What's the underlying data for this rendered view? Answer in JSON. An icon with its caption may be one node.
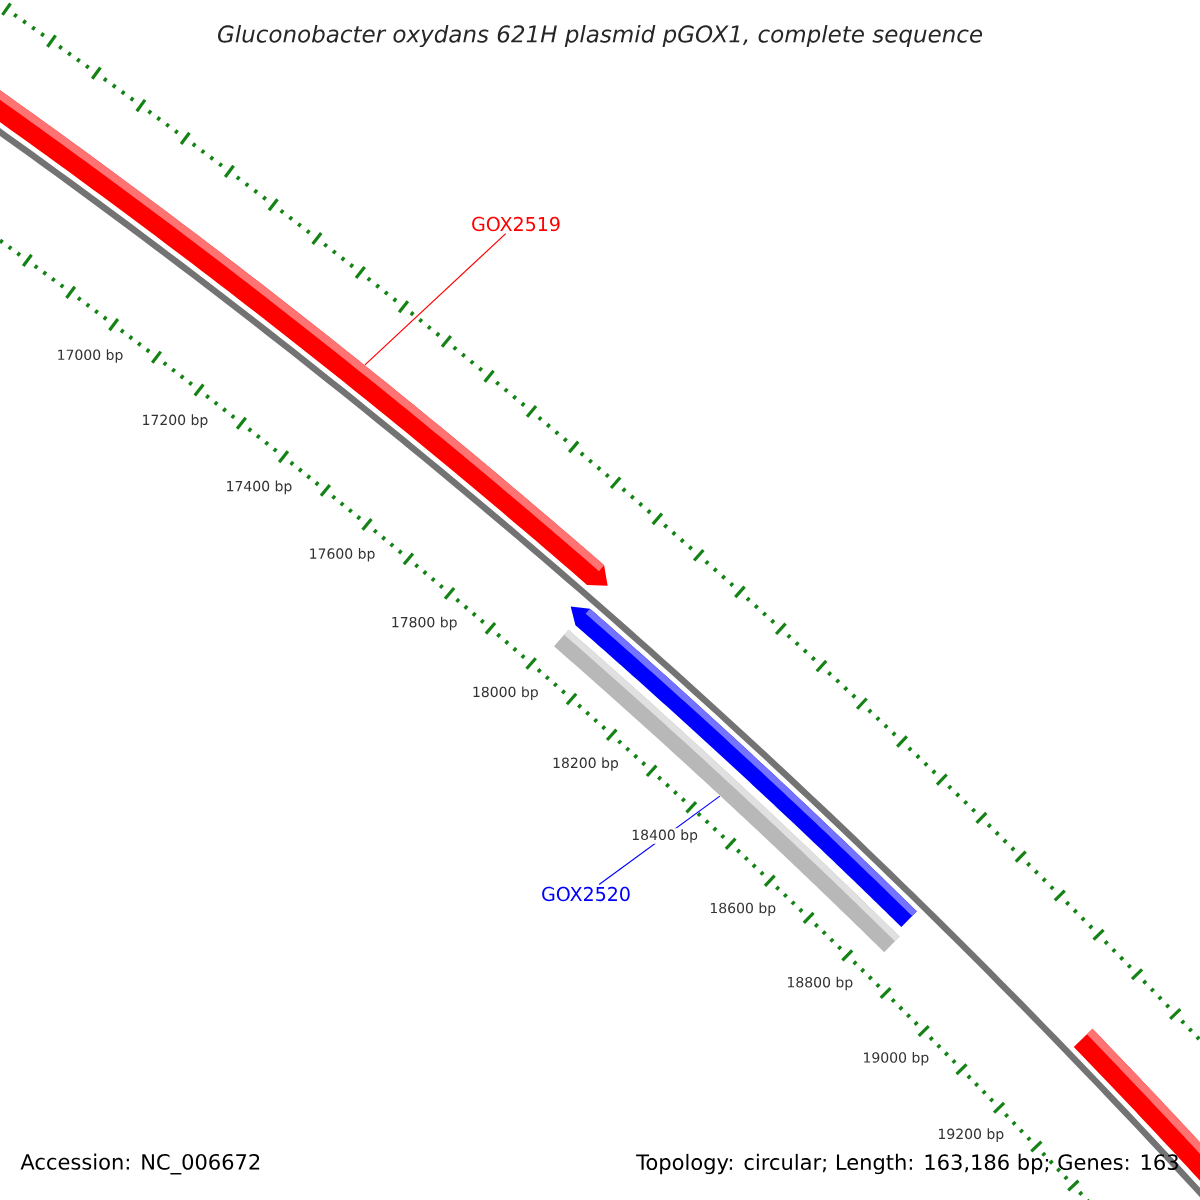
{
  "diagram": {
    "title": "Gluconobacter oxydans 621H plasmid pGOX1, complete sequence",
    "nodes": [
      {
        "text": [
          "GOX2519"
        ]
      },
      {
        "text": [],
        "shape": "bar"
      },
      {
        "text": [],
        "shape": "bar"
      },
      {
        "text": [
          "GOX2520"
        ]
      }
    ],
    "edges": [
      {
        "from": 0,
        "to": 1,
        "arrow": "none",
        "color": "#ff0000"
      },
      {
        "from": 3,
        "to": 2,
        "arrow": "none",
        "color": "#0000ff"
      }
    ],
    "labels": [
      "17000 bp",
      "17200 bp",
      "17400 bp",
      "17600 bp",
      "17800 bp",
      "18000 bp",
      "18200 bp",
      "18400 bp",
      "18600 bp",
      "18800 bp",
      "19000 bp",
      "19200 bp",
      "Accession: NC_006672",
      "Topology: circular; Length: 163,186 bp; Genes: 163"
    ]
  }
}
